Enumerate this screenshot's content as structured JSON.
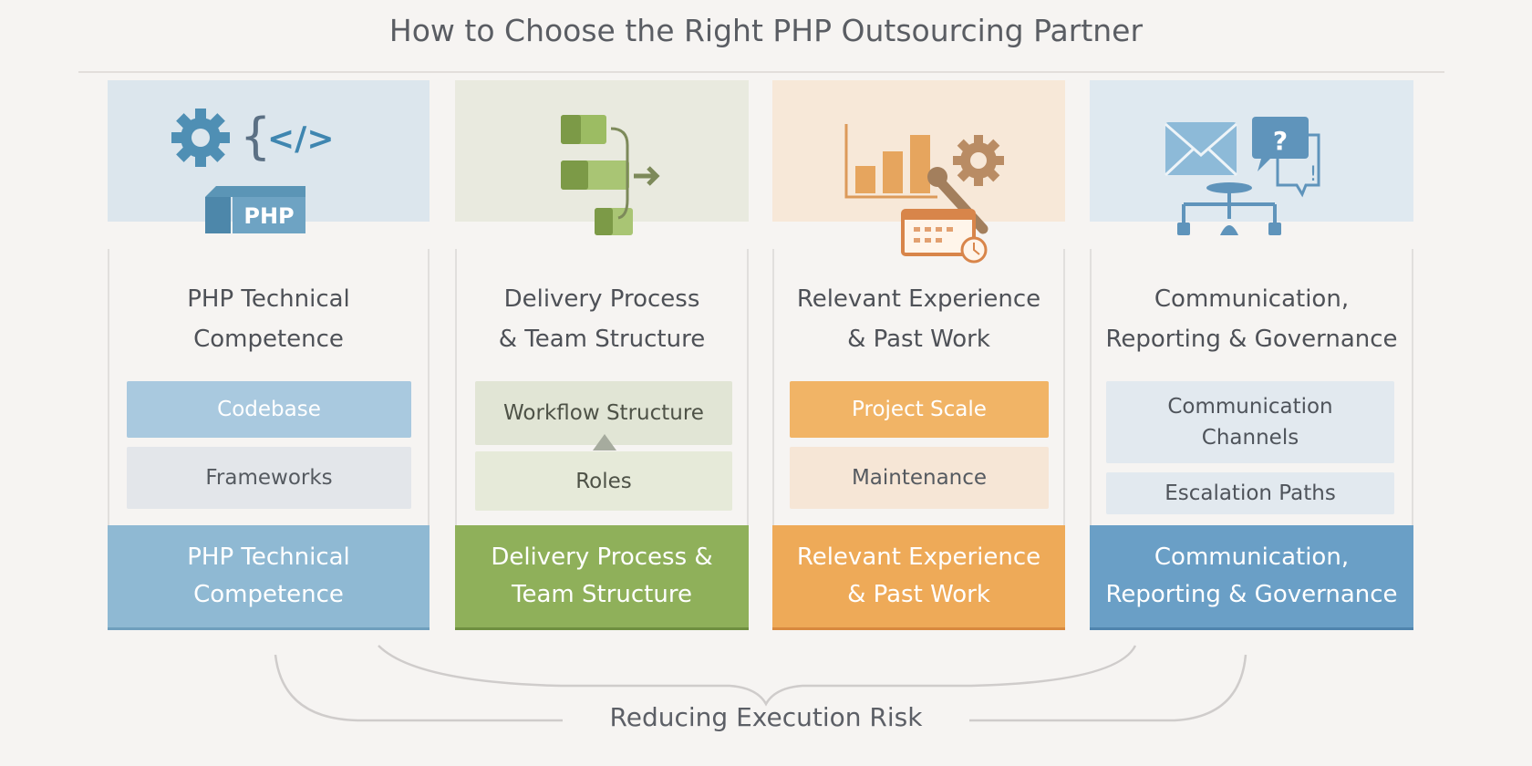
{
  "title": "How to Choose the Right PHP Outsourcing Partner",
  "footer": "Reducing Execution Risk",
  "colors": {
    "blue": "#8fb9d3",
    "green": "#8fb05a",
    "orange": "#eeaa58",
    "steel": "#6a9fc6"
  },
  "columns": [
    {
      "icon": "gear-code-php-icon",
      "icon_label": "PHP",
      "heading": [
        "PHP Technical",
        "Competence"
      ],
      "items": [
        [
          "Codebase"
        ],
        [
          "Frameworks"
        ]
      ],
      "band": [
        "PHP Technical",
        "Competence"
      ]
    },
    {
      "icon": "workflow-blocks-icon",
      "heading": [
        "Delivery Process",
        "& Team Structure"
      ],
      "items": [
        [
          "Workflow Structure"
        ],
        [
          "Roles"
        ]
      ],
      "band": [
        "Delivery Process &",
        "Team Structure"
      ]
    },
    {
      "icon": "chart-wrench-calendar-icon",
      "heading": [
        "Relevant Experience",
        "& Past Work"
      ],
      "items": [
        [
          "Project Scale"
        ],
        [
          "Maintenance"
        ]
      ],
      "band": [
        "Relevant Experience",
        "& Past Work"
      ]
    },
    {
      "icon": "mail-chat-network-icon",
      "heading": [
        "Communication,",
        "Reporting & Governance"
      ],
      "items": [
        [
          "Communication",
          "Channels"
        ],
        [
          "Escalation Paths"
        ]
      ],
      "band": [
        "Communication,",
        "Reporting & Governance"
      ]
    }
  ]
}
